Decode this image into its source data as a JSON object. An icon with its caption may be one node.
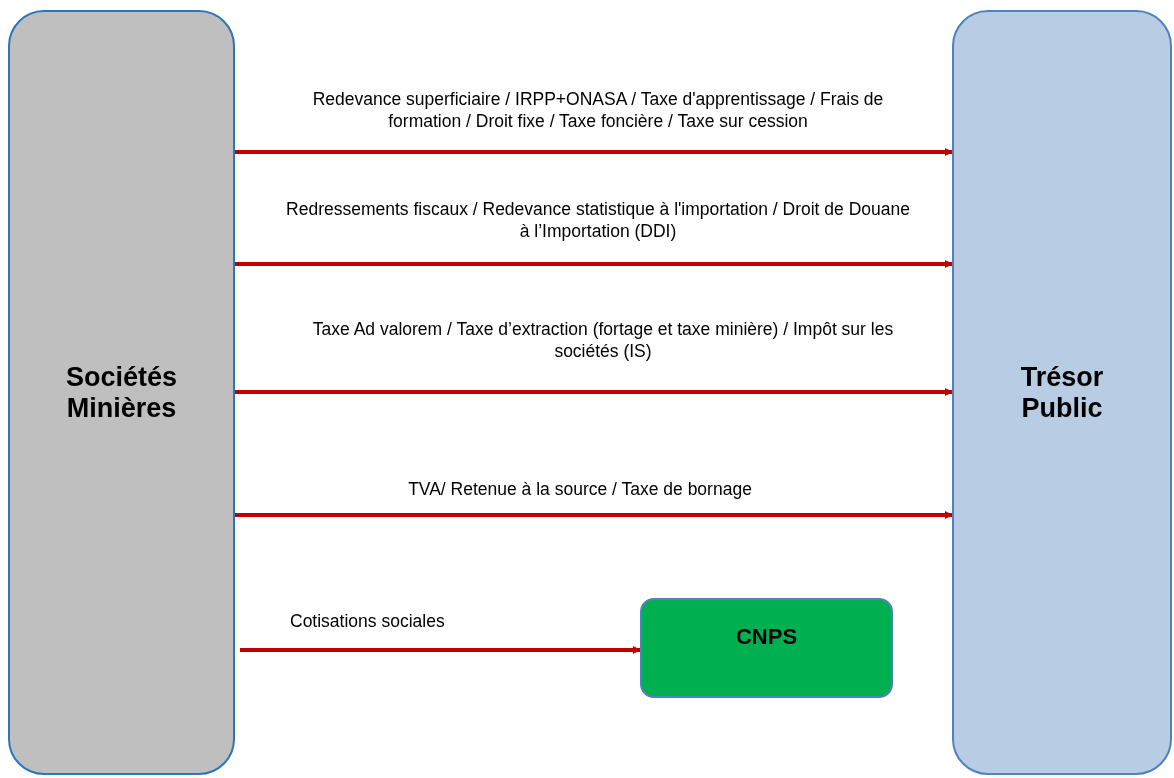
{
  "diagram": {
    "nodes": [
      {
        "text": [
          "Sociétés Minières"
        ]
      },
      {
        "text": [
          "Trésor Public"
        ]
      },
      {
        "text": [
          "CNPS"
        ]
      }
    ],
    "edges": [
      {
        "from": 0,
        "to": 1,
        "arrow": "to",
        "label": "Redevance superficiaire / IRPP+ONASA / Taxe d'apprentissage / Frais de formation / Droit fixe / Taxe foncière / Taxe sur cession"
      },
      {
        "from": 0,
        "to": 1,
        "arrow": "to",
        "label": "Redressements fiscaux / Redevance statistique à l'importation / Droit de Douane à l’Importation (DDI)"
      },
      {
        "from": 0,
        "to": 1,
        "arrow": "to",
        "label": "Taxe Ad valorem / Taxe d’extraction (fortage et taxe minière) / Impôt sur les sociétés (IS)"
      },
      {
        "from": 0,
        "to": 1,
        "arrow": "to",
        "label": "TVA/ Retenue à la source / Taxe de bornage"
      },
      {
        "from": 0,
        "to": 2,
        "arrow": "to",
        "label": "Cotisations sociales"
      }
    ]
  }
}
